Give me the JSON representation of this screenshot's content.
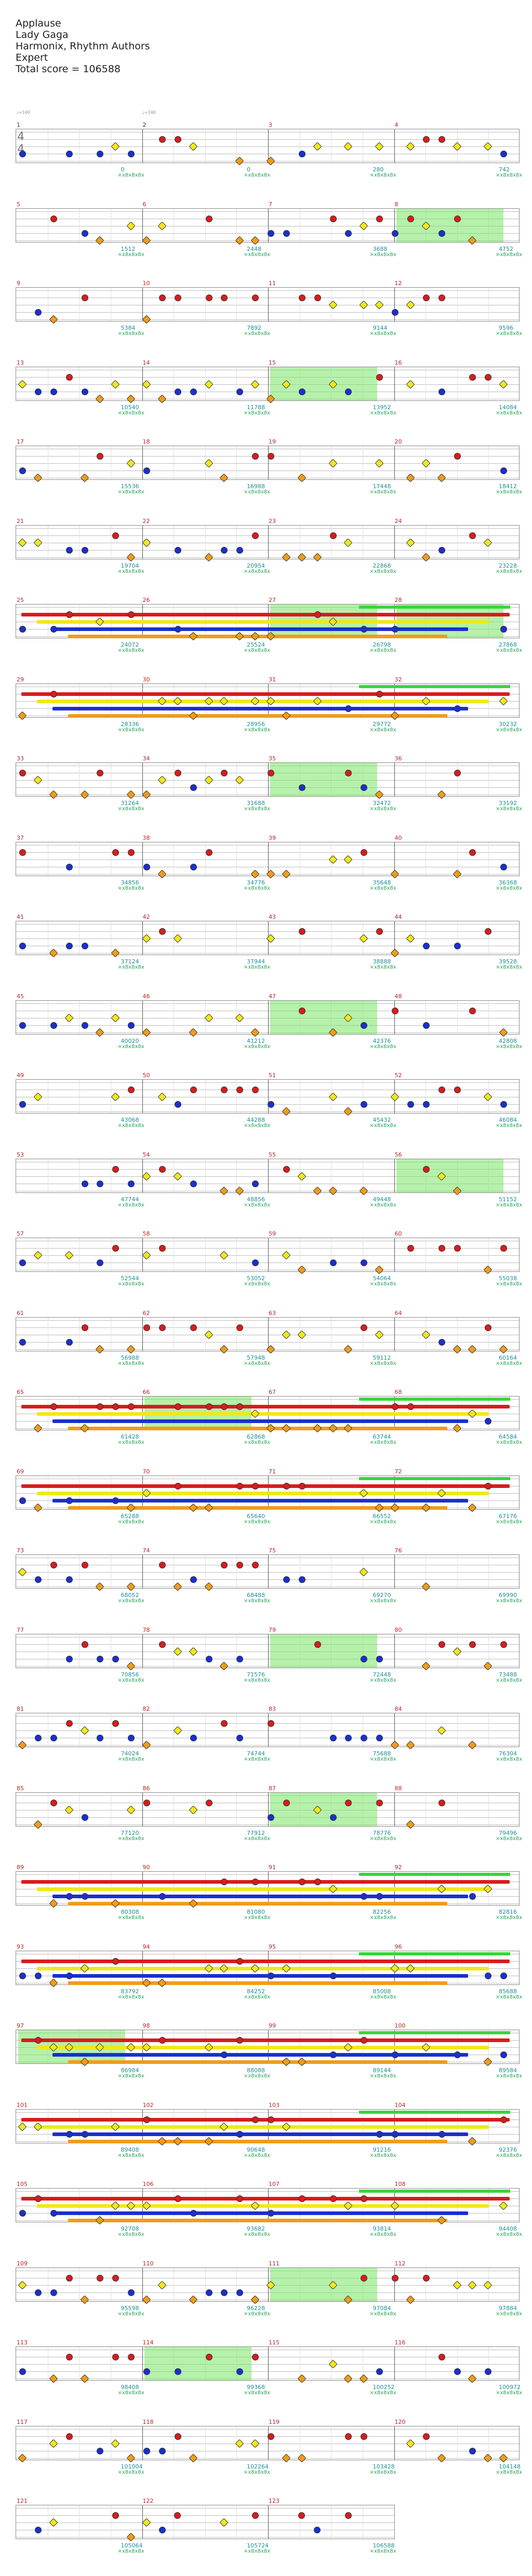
{
  "song": {
    "title": "Applause",
    "artist": "Lady Gaga",
    "authors": "Harmonix, Rhythm Authors",
    "difficulty": "Expert",
    "total_score_label": "Total score = 106588"
  },
  "colors": {
    "green": "#27c827",
    "red": "#d81c1c",
    "yellow": "#f0e81a",
    "blue": "#1a2fd0",
    "orange": "#f09c18",
    "overdrive": "#7fe36c",
    "score_text": "#1b8f96",
    "measure_number": "#b22222"
  },
  "time_signature": {
    "top": "4",
    "bottom": "4"
  },
  "tempo_marks": [
    "♩=140",
    "♩=140"
  ],
  "multiplier_label": "×x8x8x8x",
  "rows": [
    {
      "measures": [
        "1",
        "2",
        "3",
        "4"
      ],
      "scores": [
        "0",
        "0",
        "280",
        "742"
      ]
    },
    {
      "measures": [
        "5",
        "6",
        "7",
        "8"
      ],
      "scores": [
        "1512",
        "2448",
        "3688",
        "4752"
      ]
    },
    {
      "measures": [
        "9",
        "10",
        "11",
        "12"
      ],
      "scores": [
        "5384",
        "7892",
        "9144",
        "9596"
      ]
    },
    {
      "measures": [
        "13",
        "14",
        "15",
        "16"
      ],
      "scores": [
        "10540",
        "11788",
        "13952",
        "14084"
      ]
    },
    {
      "measures": [
        "17",
        "18",
        "19",
        "20"
      ],
      "scores": [
        "15536",
        "16988",
        "17448",
        "18412"
      ]
    },
    {
      "measures": [
        "21",
        "22",
        "23",
        "24"
      ],
      "scores": [
        "19704",
        "20954",
        "22868",
        "23228"
      ]
    },
    {
      "measures": [
        "25",
        "26",
        "27",
        "28"
      ],
      "scores": [
        "24072",
        "25524",
        "26798",
        "27868"
      ]
    },
    {
      "measures": [
        "29",
        "30",
        "31",
        "32"
      ],
      "scores": [
        "28336",
        "28956",
        "29772",
        "30232"
      ]
    },
    {
      "measures": [
        "33",
        "34",
        "35",
        "36"
      ],
      "scores": [
        "31264",
        "31688",
        "32472",
        "33192"
      ]
    },
    {
      "measures": [
        "37",
        "38",
        "39",
        "40"
      ],
      "scores": [
        "34856",
        "34776",
        "35648",
        "36368"
      ]
    },
    {
      "measures": [
        "41",
        "42",
        "43",
        "44"
      ],
      "scores": [
        "37124",
        "37944",
        "38888",
        "39528"
      ]
    },
    {
      "measures": [
        "45",
        "46",
        "47",
        "48"
      ],
      "scores": [
        "40020",
        "41212",
        "42376",
        "42808"
      ]
    },
    {
      "measures": [
        "49",
        "50",
        "51",
        "52"
      ],
      "scores": [
        "43068",
        "44288",
        "45432",
        "46084"
      ]
    },
    {
      "measures": [
        "53",
        "54",
        "55",
        "56"
      ],
      "scores": [
        "47744",
        "48856",
        "49448",
        "51152"
      ]
    },
    {
      "measures": [
        "57",
        "58",
        "59",
        "60"
      ],
      "scores": [
        "52544",
        "53052",
        "54064",
        "55038"
      ]
    },
    {
      "measures": [
        "61",
        "62",
        "63",
        "64"
      ],
      "scores": [
        "56988",
        "57948",
        "59112",
        "60164"
      ]
    },
    {
      "measures": [
        "65",
        "66",
        "67",
        "68"
      ],
      "scores": [
        "61428",
        "62868",
        "63744",
        "64584"
      ]
    },
    {
      "measures": [
        "69",
        "70",
        "71",
        "72"
      ],
      "scores": [
        "65288",
        "65640",
        "66552",
        "67176"
      ]
    },
    {
      "measures": [
        "73",
        "74",
        "75",
        "76"
      ],
      "scores": [
        "68052",
        "68488",
        "69270",
        "69990"
      ]
    },
    {
      "measures": [
        "77",
        "78",
        "79",
        "80"
      ],
      "scores": [
        "70856",
        "71576",
        "72448",
        "73488"
      ]
    },
    {
      "measures": [
        "81",
        "82",
        "83",
        "84"
      ],
      "scores": [
        "74024",
        "74744",
        "75688",
        "76304"
      ]
    },
    {
      "measures": [
        "85",
        "86",
        "87",
        "88"
      ],
      "scores": [
        "77120",
        "77912",
        "78776",
        "79496"
      ]
    },
    {
      "measures": [
        "89",
        "90",
        "91",
        "92"
      ],
      "scores": [
        "80308",
        "81080",
        "82256",
        "82816"
      ]
    },
    {
      "measures": [
        "93",
        "94",
        "95",
        "96"
      ],
      "scores": [
        "83792",
        "84252",
        "85008",
        "85688"
      ]
    },
    {
      "measures": [
        "97",
        "98",
        "99",
        "100"
      ],
      "scores": [
        "86984",
        "88088",
        "89144",
        "89584"
      ]
    },
    {
      "measures": [
        "101",
        "102",
        "103",
        "104"
      ],
      "scores": [
        "89408",
        "90648",
        "91216",
        "92376"
      ]
    },
    {
      "measures": [
        "105",
        "106",
        "107",
        "108"
      ],
      "scores": [
        "92708",
        "93682",
        "93814",
        "94408"
      ]
    },
    {
      "measures": [
        "109",
        "110",
        "111",
        "112"
      ],
      "scores": [
        "95598",
        "96228",
        "97084",
        "97884"
      ]
    },
    {
      "measures": [
        "113",
        "114",
        "115",
        "116"
      ],
      "scores": [
        "98408",
        "99368",
        "100252",
        "100972"
      ]
    },
    {
      "measures": [
        "117",
        "118",
        "119",
        "120"
      ],
      "scores": [
        "101004",
        "102264",
        "103428",
        "104148"
      ]
    },
    {
      "measures": [
        "121",
        "122",
        "123"
      ],
      "scores": [
        "105064",
        "105724",
        "106588"
      ]
    }
  ]
}
